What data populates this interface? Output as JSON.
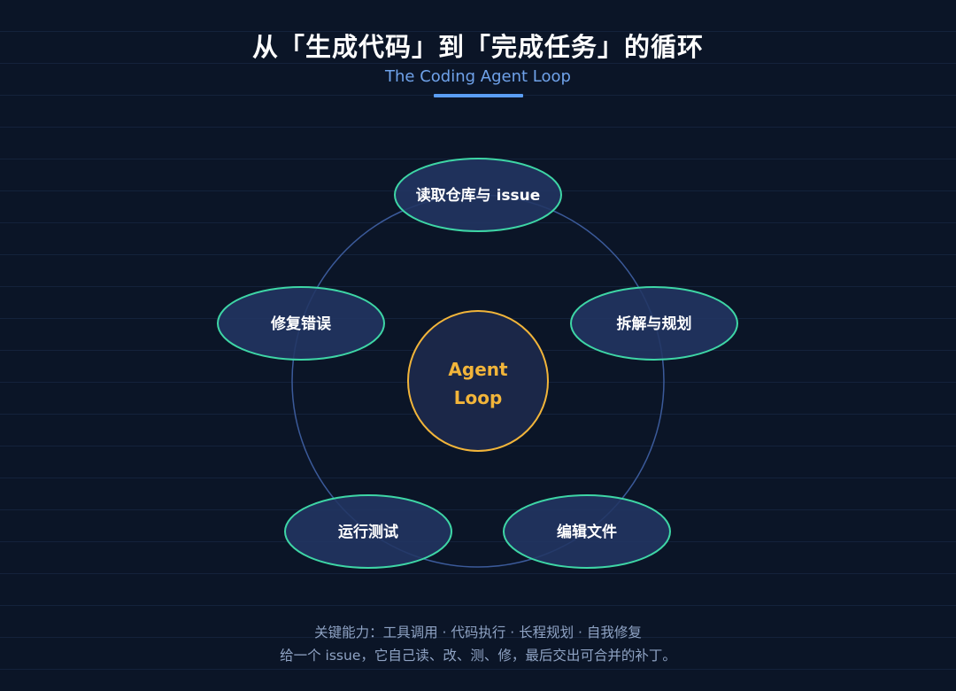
{
  "header": {
    "title": "从「生成代码」到「完成任务」的循环",
    "subtitle": "The Coding Agent Loop"
  },
  "diagram": {
    "center": {
      "line1": "Agent",
      "line2": "Loop"
    },
    "nodes": [
      {
        "label": "读取仓库与 issue"
      },
      {
        "label": "拆解与规划"
      },
      {
        "label": "编辑文件"
      },
      {
        "label": "运行测试"
      },
      {
        "label": "修复错误"
      }
    ]
  },
  "footer": {
    "line1": "关键能力：工具调用 · 代码执行 · 长程规划 · 自我修复",
    "line2": "给一个 issue，它自己读、改、测、修，最后交出可合并的补丁。"
  },
  "colors": {
    "background": "#0b1527",
    "accent_blue": "#5b9ef4",
    "node_fill": "#223663",
    "node_border": "#3ed6a6",
    "center_border": "#f2b53a",
    "center_text": "#f2b53a",
    "ring": "#3b5a9a"
  }
}
